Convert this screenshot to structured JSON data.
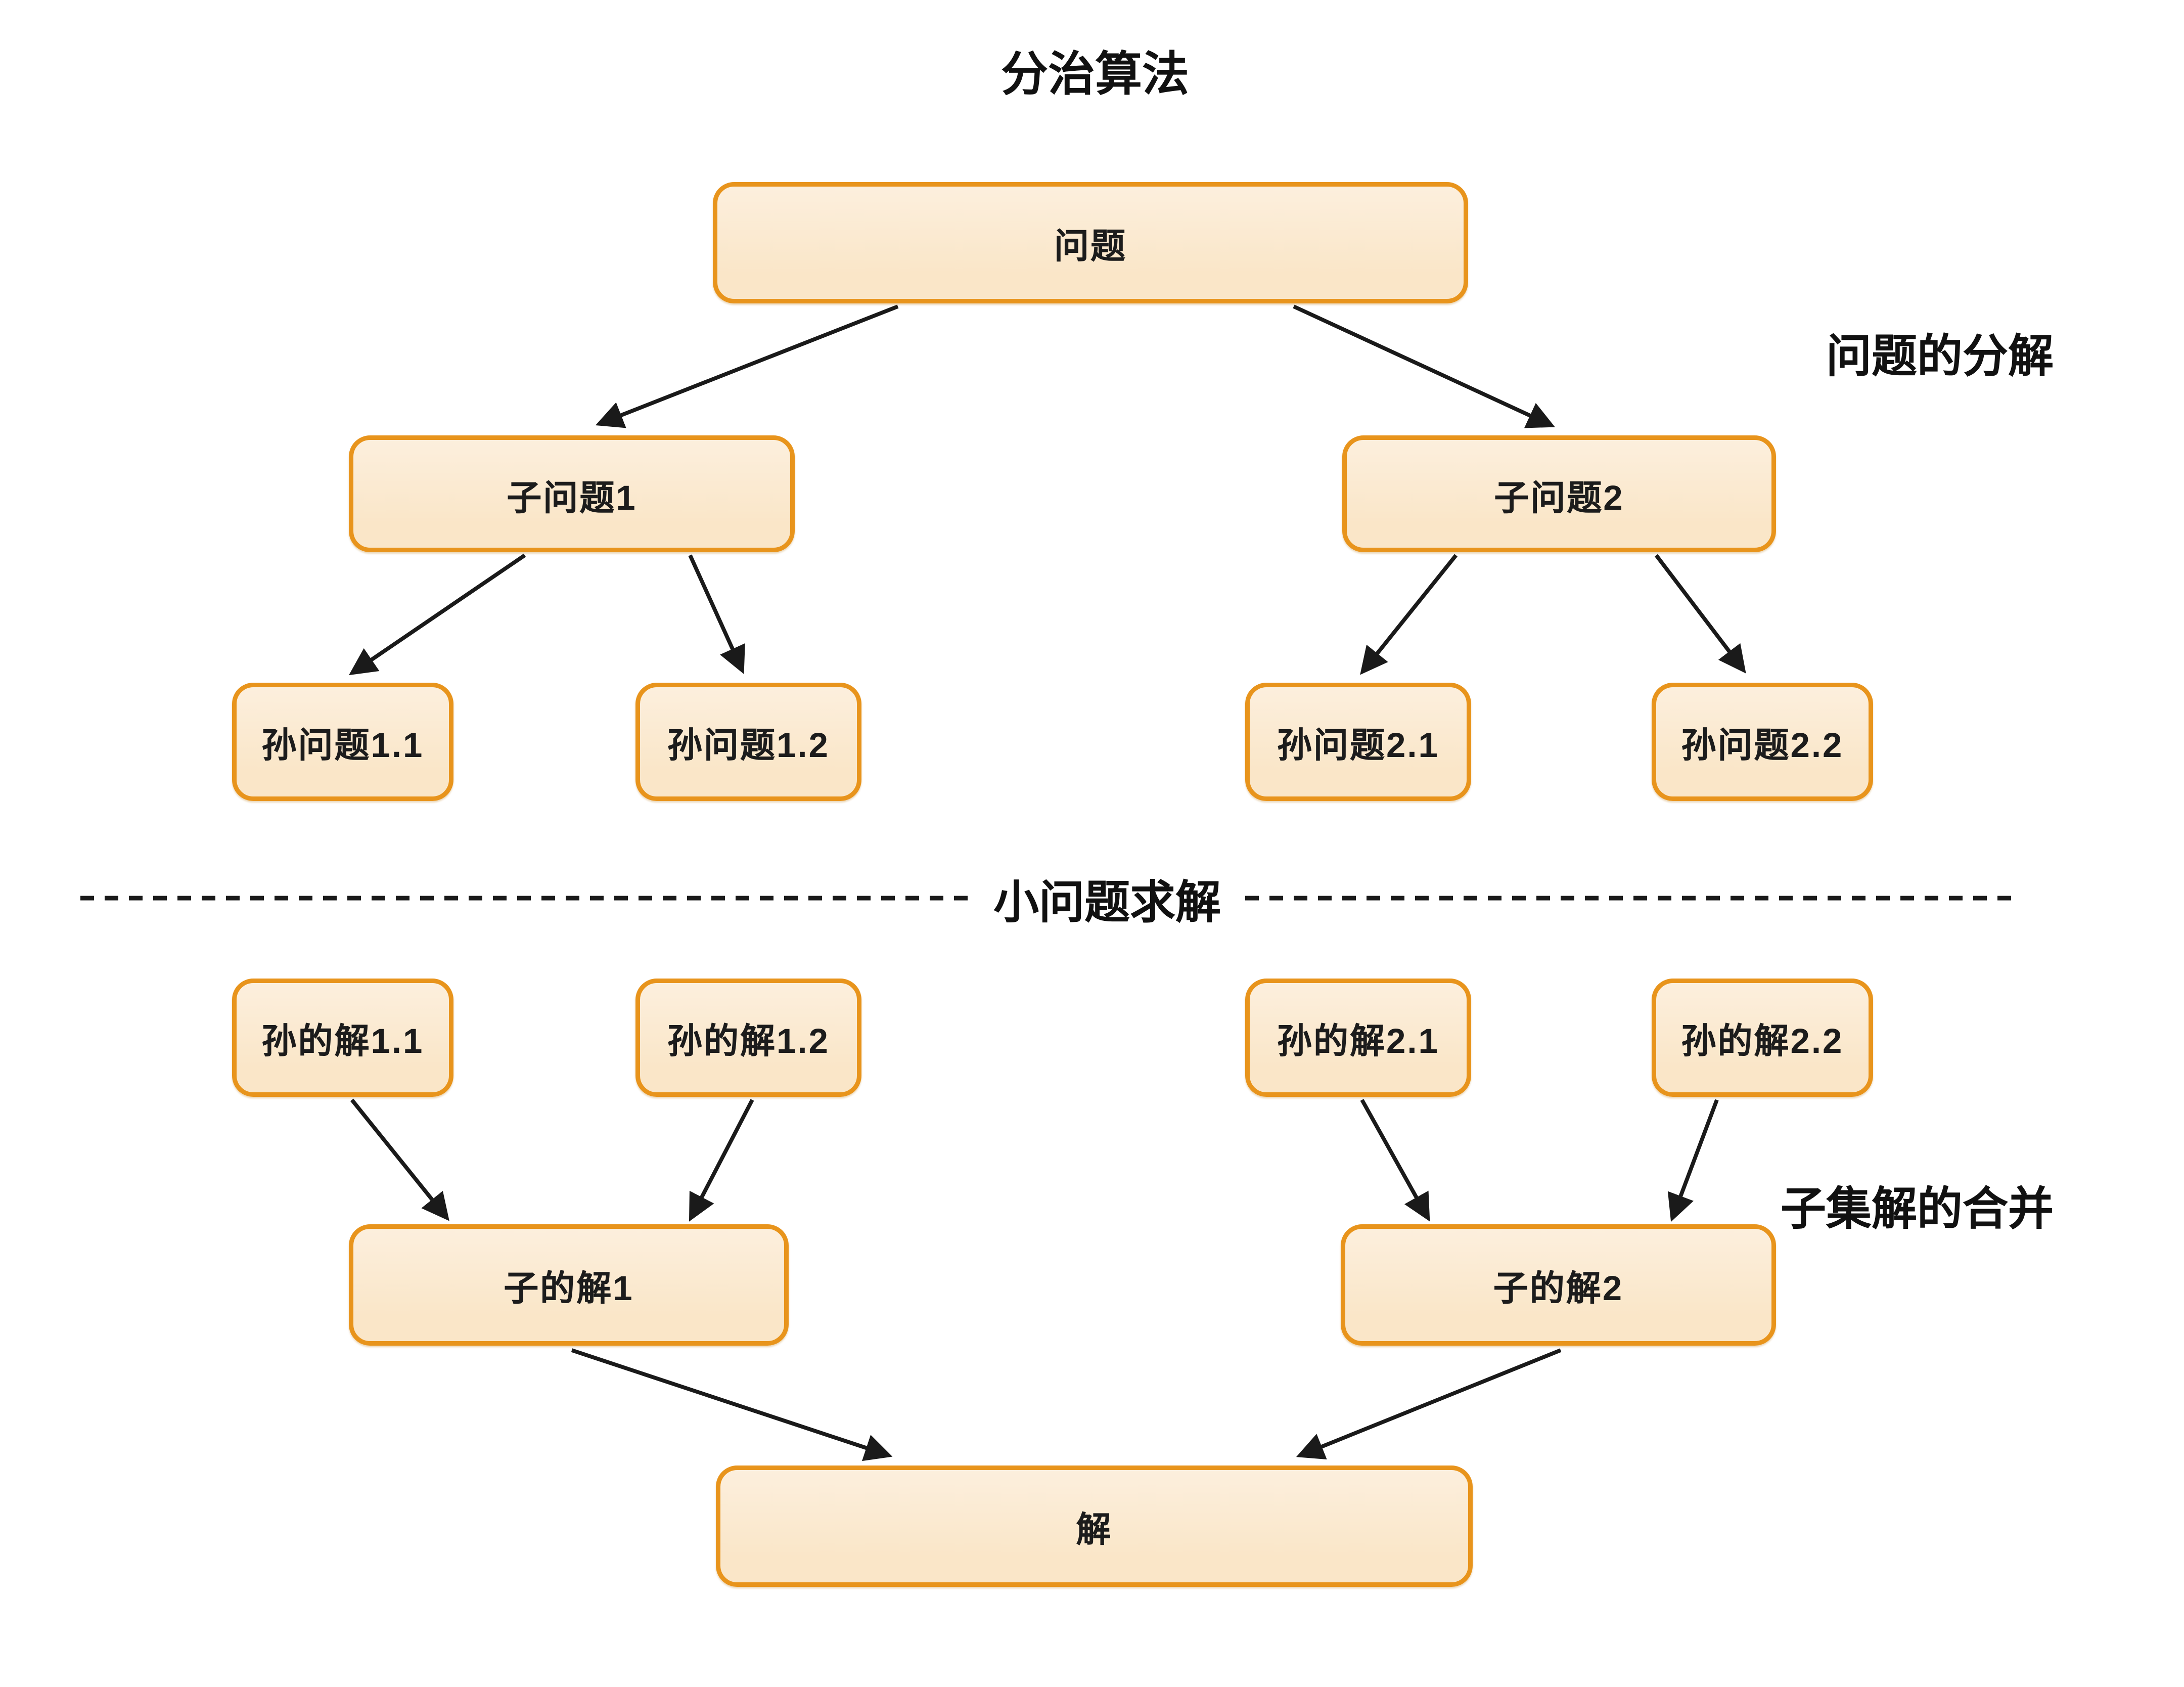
{
  "diagram": {
    "title": "分治算法",
    "phase_labels": {
      "decomposition": "问题的分解",
      "solve_small": "小问题求解",
      "merge": "子集解的合并"
    },
    "nodes": {
      "problem": "问题",
      "subproblem1": "子问题1",
      "subproblem2": "子问题2",
      "grandproblem11": "孙问题1.1",
      "grandproblem12": "孙问题1.2",
      "grandproblem21": "孙问题2.1",
      "grandproblem22": "孙问题2.2",
      "grandsolution11": "孙的解1.1",
      "grandsolution12": "孙的解1.2",
      "grandsolution21": "孙的解2.1",
      "grandsolution22": "孙的解2.2",
      "subsolution1": "子的解1",
      "subsolution2": "子的解2",
      "solution": "解"
    },
    "colors": {
      "background": "#FFFFFF",
      "node_fill": "#FAE6C8",
      "node_fill_light": "#FCEFDD",
      "node_border": "#E8941C",
      "node_text": "#1C1C1C",
      "arrow": "#1A1A1A",
      "label_text": "#111111"
    }
  }
}
